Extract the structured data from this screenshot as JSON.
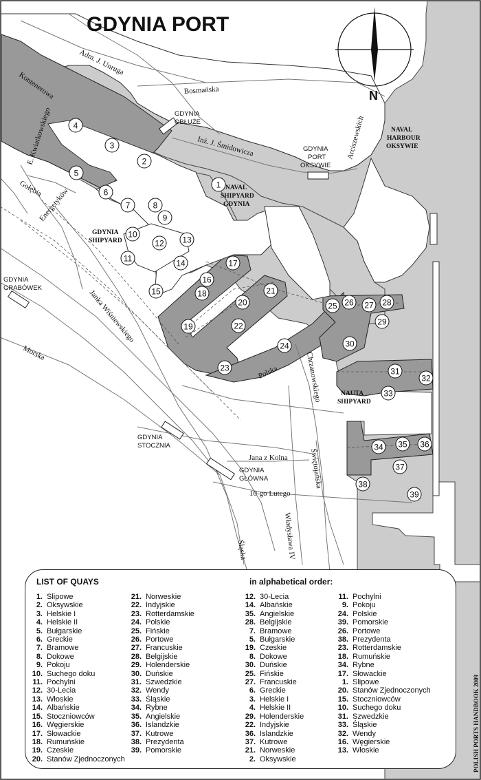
{
  "map": {
    "title": "GDYNIA PORT",
    "north_label": "N",
    "credit": "POLISH PORTS HANDBOOK 2009",
    "colors": {
      "sea": "#cccccc",
      "land": "#ffffff",
      "shipyard": "#999999",
      "outline": "#222222"
    },
    "streets": {
      "unruga": "Adm. J. Unruga",
      "kontenerowa": "Kontenerowa",
      "bosmanska": "Bosmańska",
      "kwiatkowskiego": "E. Kwiatkowskiego",
      "smidowicza": "Inż. J. Śmidowicza",
      "arciszewskich": "Arciszewskich",
      "golebia": "Gołębia",
      "energetykow": "Energetyków",
      "wisniewskiego": "Janka Wiśniewskiego",
      "morska": "Morska",
      "polska": "Polska",
      "chrzanowskiego": "Chrzanowskiego",
      "swietojanska": "Świętojańska",
      "kolna": "Jana z Kolna",
      "lutego": "10-go Lutego",
      "wladyslawa": "Władysława IV",
      "slaska": "Śląska"
    },
    "places": {
      "obluze_1": "GDYNIA",
      "obluze_2": "OBŁUŻE",
      "oksywie_1": "GDYNIA",
      "oksywie_2": "PORT",
      "oksywie_3": "OKSYWIE",
      "naval_harbour_1": "NAVAL",
      "naval_harbour_2": "HARBOUR",
      "naval_harbour_3": "OKSYWIE",
      "naval_shipyard_1": "NAVAL",
      "naval_shipyard_2": "SHIPYARD",
      "naval_shipyard_3": "GDYNIA",
      "gdynia_shipyard_1": "GDYNIA",
      "gdynia_shipyard_2": "SHIPYARD",
      "grabowek_1": "GDYNIA",
      "grabowek_2": "GRABÓWEK",
      "stocznia_1": "GDYNIA",
      "stocznia_2": "STOCZNIA",
      "glowna_1": "GDYNIA",
      "glowna_2": "GŁÓWNA",
      "nauta_1": "NAUTA",
      "nauta_2": "SHIPYARD"
    },
    "quay_markers": [
      "1",
      "2",
      "3",
      "4",
      "5",
      "6",
      "7",
      "8",
      "9",
      "10",
      "11",
      "12",
      "13",
      "14",
      "15",
      "16",
      "17",
      "18",
      "19",
      "20",
      "21",
      "22",
      "23",
      "24",
      "25",
      "26",
      "27",
      "28",
      "29",
      "30",
      "31",
      "32",
      "33",
      "34",
      "35",
      "36",
      "37",
      "38",
      "39"
    ]
  },
  "legend": {
    "title": "LIST OF QUAYS",
    "alpha_title": "in alphabetical order:",
    "numeric_col1": [
      {
        "n": "1.",
        "name": "Slipowe"
      },
      {
        "n": "2.",
        "name": "Oksywskie"
      },
      {
        "n": "3.",
        "name": "Helskie I"
      },
      {
        "n": "4.",
        "name": "Helskie II"
      },
      {
        "n": "5.",
        "name": "Bułgarskie"
      },
      {
        "n": "6.",
        "name": "Greckie"
      },
      {
        "n": "7.",
        "name": "Bramowe"
      },
      {
        "n": "8.",
        "name": "Dokowe"
      },
      {
        "n": "9.",
        "name": "Pokoju"
      },
      {
        "n": "10.",
        "name": "Suchego doku"
      },
      {
        "n": "11.",
        "name": "Pochylni"
      },
      {
        "n": "12.",
        "name": "30-Lecia"
      },
      {
        "n": "13.",
        "name": "Włoskie"
      },
      {
        "n": "14.",
        "name": "Albańskie"
      },
      {
        "n": "15.",
        "name": "Stoczniowców"
      },
      {
        "n": "16.",
        "name": "Węgierskie"
      },
      {
        "n": "17.",
        "name": "Słowackie"
      },
      {
        "n": "18.",
        "name": "Rumuńskie"
      },
      {
        "n": "19.",
        "name": "Czeskie"
      },
      {
        "n": "20.",
        "name": "Stanów Zjednoczonych"
      }
    ],
    "numeric_col2": [
      {
        "n": "21.",
        "name": "Norweskie"
      },
      {
        "n": "22.",
        "name": "Indyjskie"
      },
      {
        "n": "23.",
        "name": "Rotterdamskie"
      },
      {
        "n": "24.",
        "name": "Polskie"
      },
      {
        "n": "25.",
        "name": "Fińskie"
      },
      {
        "n": "26.",
        "name": "Portowe"
      },
      {
        "n": "27.",
        "name": "Francuskie"
      },
      {
        "n": "28.",
        "name": "Belgijskie"
      },
      {
        "n": "29.",
        "name": "Holenderskie"
      },
      {
        "n": "30.",
        "name": "Duńskie"
      },
      {
        "n": "31.",
        "name": "Szwedzkie"
      },
      {
        "n": "32.",
        "name": "Wendy"
      },
      {
        "n": "33.",
        "name": "Śląskie"
      },
      {
        "n": "34.",
        "name": "Rybne"
      },
      {
        "n": "35.",
        "name": "Angielskie"
      },
      {
        "n": "36.",
        "name": "Islandzkie"
      },
      {
        "n": "37.",
        "name": "Kutrowe"
      },
      {
        "n": "38.",
        "name": "Prezydenta"
      },
      {
        "n": "39.",
        "name": "Pomorskie"
      }
    ],
    "alpha_col1": [
      {
        "n": "12.",
        "name": "30-Lecia"
      },
      {
        "n": "14.",
        "name": "Albańskie"
      },
      {
        "n": "35.",
        "name": "Angielskie"
      },
      {
        "n": "28.",
        "name": "Belgijskie"
      },
      {
        "n": "7.",
        "name": "Bramowe"
      },
      {
        "n": "5.",
        "name": "Bułgarskie"
      },
      {
        "n": "19.",
        "name": "Czeskie"
      },
      {
        "n": "8.",
        "name": "Dokowe"
      },
      {
        "n": "30.",
        "name": "Duńskie"
      },
      {
        "n": "25.",
        "name": "Fińskie"
      },
      {
        "n": "27.",
        "name": "Francuskie"
      },
      {
        "n": "6.",
        "name": "Greckie"
      },
      {
        "n": "3.",
        "name": "Helskie I"
      },
      {
        "n": "4.",
        "name": "Helskie II"
      },
      {
        "n": "29.",
        "name": "Holenderskie"
      },
      {
        "n": "22.",
        "name": "Indyjskie"
      },
      {
        "n": "36.",
        "name": "Islandzkie"
      },
      {
        "n": "37.",
        "name": "Kutrowe"
      },
      {
        "n": "21.",
        "name": "Norweskie"
      },
      {
        "n": "2.",
        "name": "Oksywskie"
      }
    ],
    "alpha_col2": [
      {
        "n": "11.",
        "name": "Pochylni"
      },
      {
        "n": "9.",
        "name": "Pokoju"
      },
      {
        "n": "24.",
        "name": "Polskie"
      },
      {
        "n": "39.",
        "name": "Pomorskie"
      },
      {
        "n": "26.",
        "name": "Portowe"
      },
      {
        "n": "38.",
        "name": "Prezydenta"
      },
      {
        "n": "23.",
        "name": "Rotterdamskie"
      },
      {
        "n": "18.",
        "name": "Rumuńskie"
      },
      {
        "n": "34.",
        "name": "Rybne"
      },
      {
        "n": "17.",
        "name": "Słowackie"
      },
      {
        "n": "1.",
        "name": "Slipowe"
      },
      {
        "n": "20.",
        "name": "Stanów Zjednoczonych"
      },
      {
        "n": "15.",
        "name": "Stoczniowców"
      },
      {
        "n": "10.",
        "name": "Suchego doku"
      },
      {
        "n": "31.",
        "name": "Szwedzkie"
      },
      {
        "n": "33.",
        "name": "Śląskie"
      },
      {
        "n": "32.",
        "name": "Wendy"
      },
      {
        "n": "16.",
        "name": "Węgierskie"
      },
      {
        "n": "13.",
        "name": "Włoskie"
      }
    ]
  }
}
